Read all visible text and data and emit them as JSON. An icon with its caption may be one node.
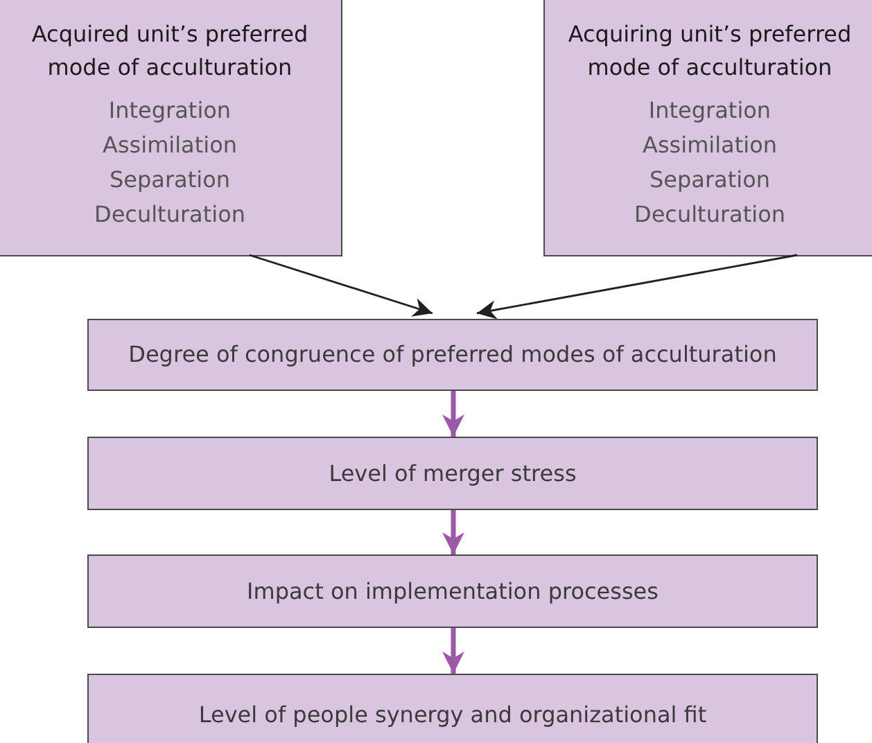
{
  "diagram": {
    "nodes": [
      {
        "text": [
          "Acquired unit’s preferred mode of acculturation",
          "Integration",
          "Assimilation",
          "Separation",
          "Deculturation"
        ]
      },
      {
        "text": [
          "Acquiring unit’s preferred mode of acculturation",
          "Integration",
          "Assimilation",
          "Separation",
          "Deculturation"
        ]
      },
      {
        "text": [
          "Degree of congruence of preferred modes of acculturation"
        ]
      },
      {
        "text": [
          "Level of merger stress"
        ]
      },
      {
        "text": [
          "Impact on implementation processes"
        ]
      },
      {
        "text": [
          "Level of people synergy and organizational fit"
        ]
      }
    ],
    "edges": [
      {
        "from": 0,
        "to": 2,
        "arrow": "to",
        "color": "#231f20"
      },
      {
        "from": 1,
        "to": 2,
        "arrow": "to",
        "color": "#231f20"
      },
      {
        "from": 2,
        "to": 3,
        "arrow": "to"
      },
      {
        "from": 3,
        "to": 4,
        "arrow": "to"
      },
      {
        "from": 4,
        "to": 5,
        "arrow": "to"
      }
    ]
  }
}
